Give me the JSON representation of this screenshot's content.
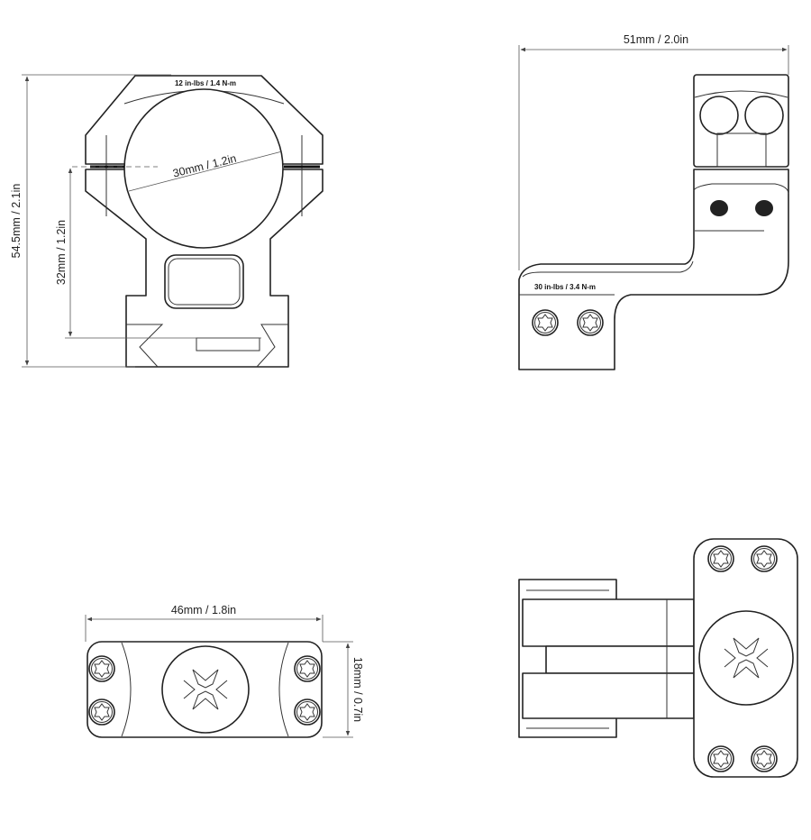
{
  "front_view": {
    "height_label": "54.5mm / 2.1in",
    "center_height_label": "32mm / 1.2in",
    "diameter_label": "30mm / 1.2in",
    "torque_label": "12 in-lbs / 1.4 N-m"
  },
  "side_view": {
    "length_label": "51mm / 2.0in",
    "torque_label": "30 in-lbs / 3.4 N-m"
  },
  "top_view": {
    "width_label": "46mm / 1.8in",
    "depth_label": "18mm / 0.7in"
  },
  "colors": {
    "line": "#222222",
    "dimension": "#555555",
    "background": "#ffffff"
  }
}
